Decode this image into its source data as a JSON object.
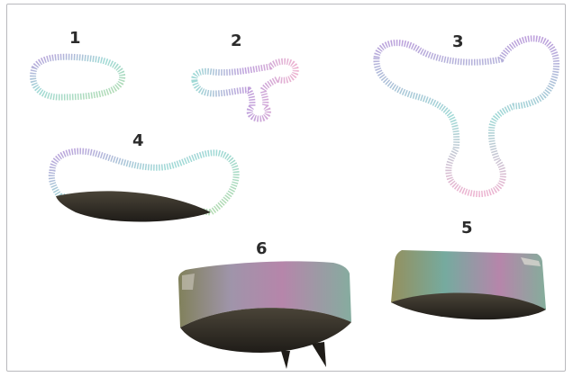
{
  "figure": {
    "labels": [
      "1",
      "2",
      "3",
      "4",
      "5",
      "6"
    ],
    "colors": {
      "fringe_purple": "#b28fd6",
      "fringe_teal": "#8fd3cf",
      "fringe_pink": "#e9a7c9",
      "fringe_green": "#a9d6a0",
      "base_dark": "#2e2a25",
      "top_teal": "#6ea69a",
      "top_pink": "#b27fa6",
      "top_olive": "#8f8a55",
      "frame": "#b9b9bd"
    }
  }
}
